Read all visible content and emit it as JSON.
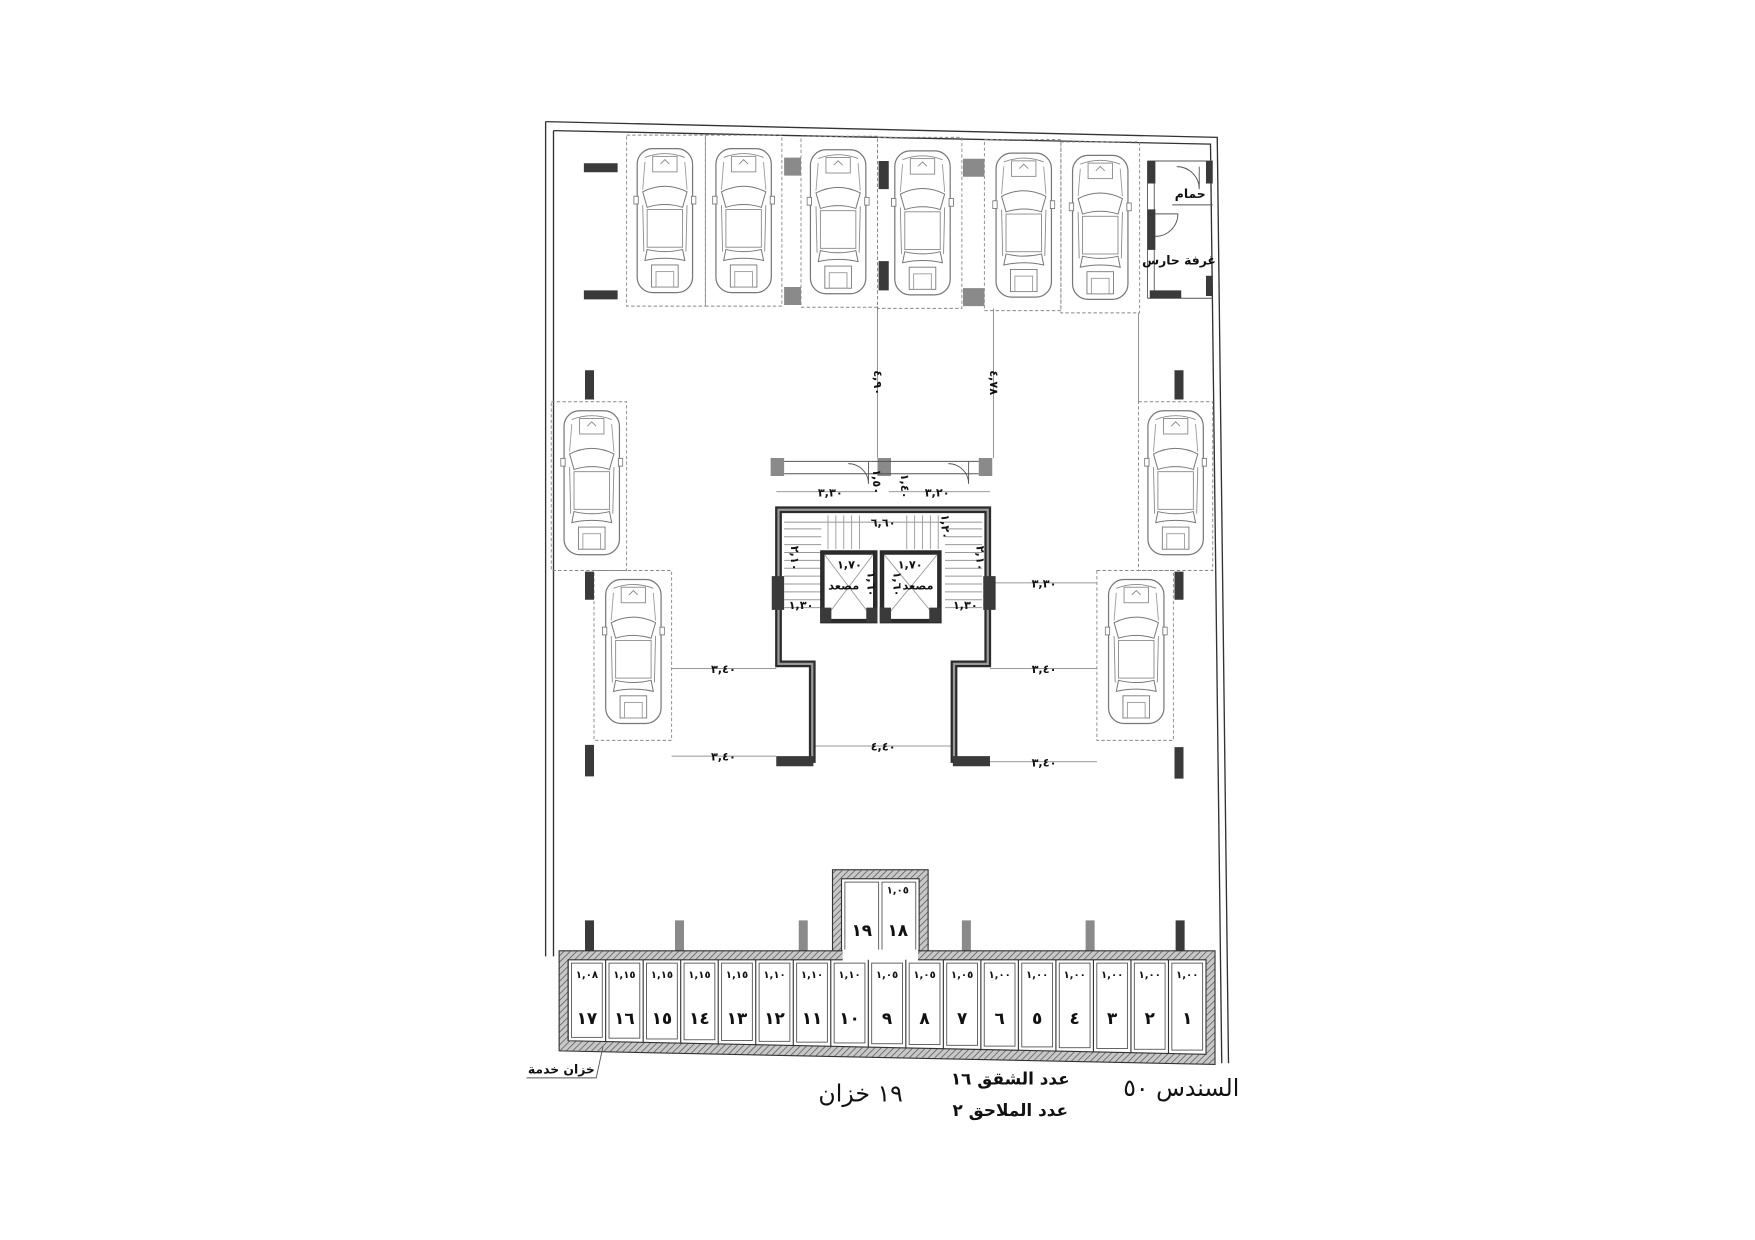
{
  "labels": {
    "bathroom": "حمام",
    "guard_room": "غرفة حارس",
    "elevator_left": "مصعد",
    "elevator_right": "مصعد",
    "service_tank": "خزان خدمة"
  },
  "dimensions": {
    "top_left_depth": "٤,٩٠",
    "top_right_depth": "٤,٧٨",
    "core_left_width": "٣,٣٠",
    "core_right_width": "٣,٢٠",
    "door_left": "١,٥٠",
    "door_right": "١,٤٠",
    "core_inner_width": "٦,٦٠",
    "core_inner_small": "١,٢٠",
    "stair_left": "٢,١٠",
    "stair_right": "٢,١٠",
    "elevator_left_width": "١,٧٠",
    "elevator_right_width": "١,٧٠",
    "elevator_left_depth": "١,٦٠",
    "elevator_right_depth": "١,٦٠",
    "landing_left": "١,٣٠",
    "landing_right": "١,٣٠",
    "aisle_right_upper": "٣,٣٠",
    "aisle_left_mid": "٣,٤٠",
    "aisle_right_mid": "٣,٤٠",
    "aisle_left_low": "٣,٤٠",
    "aisle_right_low": "٣,٤٠",
    "ramp_width": "٤,٤٠"
  },
  "storage_units": [
    {
      "number": "١",
      "width": "١,٠٠"
    },
    {
      "number": "٢",
      "width": "١,٠٠"
    },
    {
      "number": "٣",
      "width": "١,٠٠"
    },
    {
      "number": "٤",
      "width": "١,٠٠"
    },
    {
      "number": "٥",
      "width": "١,٠٠"
    },
    {
      "number": "٦",
      "width": "١,٠٠"
    },
    {
      "number": "٧",
      "width": "١,٠٥"
    },
    {
      "number": "٨",
      "width": "١,٠٥"
    },
    {
      "number": "٩",
      "width": "١,٠٥"
    },
    {
      "number": "١٠",
      "width": "١,١٠"
    },
    {
      "number": "١١",
      "width": "١,١٠"
    },
    {
      "number": "١٢",
      "width": "١,١٠"
    },
    {
      "number": "١٣",
      "width": "١,١٥"
    },
    {
      "number": "١٤",
      "width": "١,١٥"
    },
    {
      "number": "١٥",
      "width": "١,١٥"
    },
    {
      "number": "١٦",
      "width": "١,١٥"
    },
    {
      "number": "١٧",
      "width": "١,٠٨"
    }
  ],
  "annex_storage": {
    "unit_18": {
      "number": "١٨",
      "width": "١,٠٥"
    },
    "unit_19": {
      "number": "١٩"
    }
  },
  "summary": {
    "project": "السندس ٥٠",
    "apartments": "عدد الشقق ١٦",
    "annexes": "عدد الملاحق ٢",
    "tanks": "١٩ خزان"
  }
}
